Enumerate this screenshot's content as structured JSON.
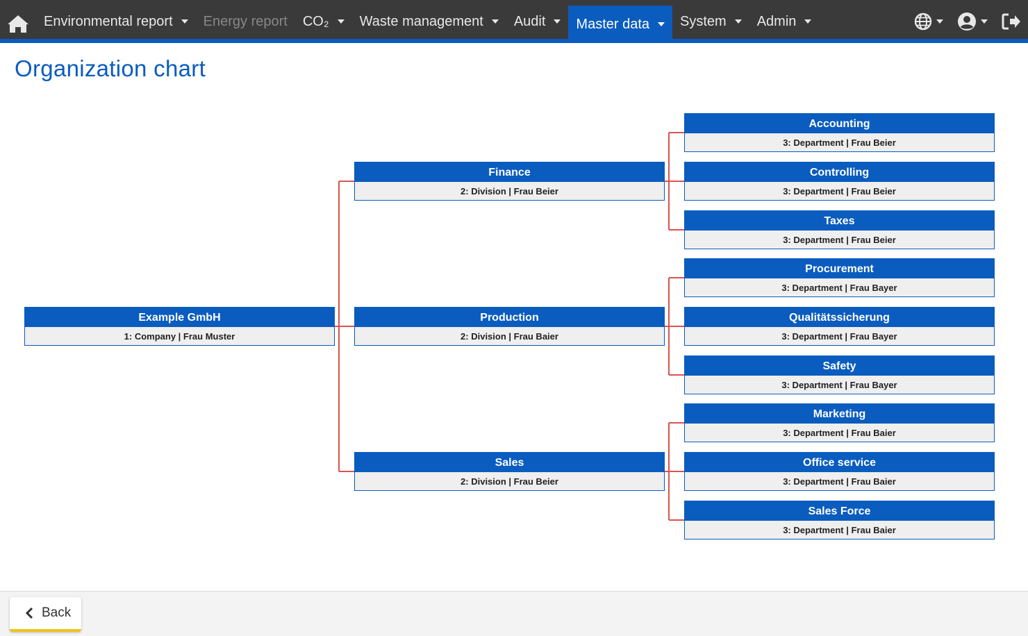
{
  "nav": {
    "home_icon": "home-icon",
    "items": [
      {
        "label": "Environmental report",
        "dropdown": true,
        "state": "normal"
      },
      {
        "label": "Energy report",
        "dropdown": false,
        "state": "disabled"
      },
      {
        "label": "CO₂",
        "dropdown": true,
        "state": "normal"
      },
      {
        "label": "Waste management",
        "dropdown": true,
        "state": "normal"
      },
      {
        "label": "Audit",
        "dropdown": true,
        "state": "normal"
      },
      {
        "label": "Master data",
        "dropdown": true,
        "state": "active"
      },
      {
        "label": "System",
        "dropdown": true,
        "state": "normal"
      },
      {
        "label": "Admin",
        "dropdown": true,
        "state": "normal"
      }
    ],
    "right_icons": [
      "globe-icon",
      "user-circle-icon",
      "logout-icon"
    ],
    "accent_color": "#0a5cbf",
    "bar_color": "#3a3a3a"
  },
  "page": {
    "title": "Organization chart"
  },
  "org": {
    "root": {
      "name": "Example GmbH",
      "info": "1: Company | Frau Muster"
    },
    "divisions": [
      {
        "name": "Finance",
        "info": "2: Division | Frau Beier",
        "departments": [
          {
            "name": "Accounting",
            "info": "3: Department | Frau Beier"
          },
          {
            "name": "Controlling",
            "info": "3: Department | Frau Beier"
          },
          {
            "name": "Taxes",
            "info": "3: Department | Frau Beier"
          }
        ]
      },
      {
        "name": "Production",
        "info": "2: Division | Frau Baier",
        "departments": [
          {
            "name": "Procurement",
            "info": "3: Department | Frau Bayer"
          },
          {
            "name": "Qualitätssicherung",
            "info": "3: Department | Frau Bayer"
          },
          {
            "name": "Safety",
            "info": "3: Department | Frau Bayer"
          }
        ]
      },
      {
        "name": "Sales",
        "info": "2: Division | Frau Beier",
        "departments": [
          {
            "name": "Marketing",
            "info": "3: Department | Frau Baier"
          },
          {
            "name": "Office service",
            "info": "3: Department | Frau Baier"
          },
          {
            "name": "Sales Force",
            "info": "3: Department | Frau Baier"
          }
        ]
      }
    ],
    "connector_color": "#d9534f",
    "node_color": "#0a5cbf"
  },
  "footer": {
    "back_label": "Back"
  }
}
